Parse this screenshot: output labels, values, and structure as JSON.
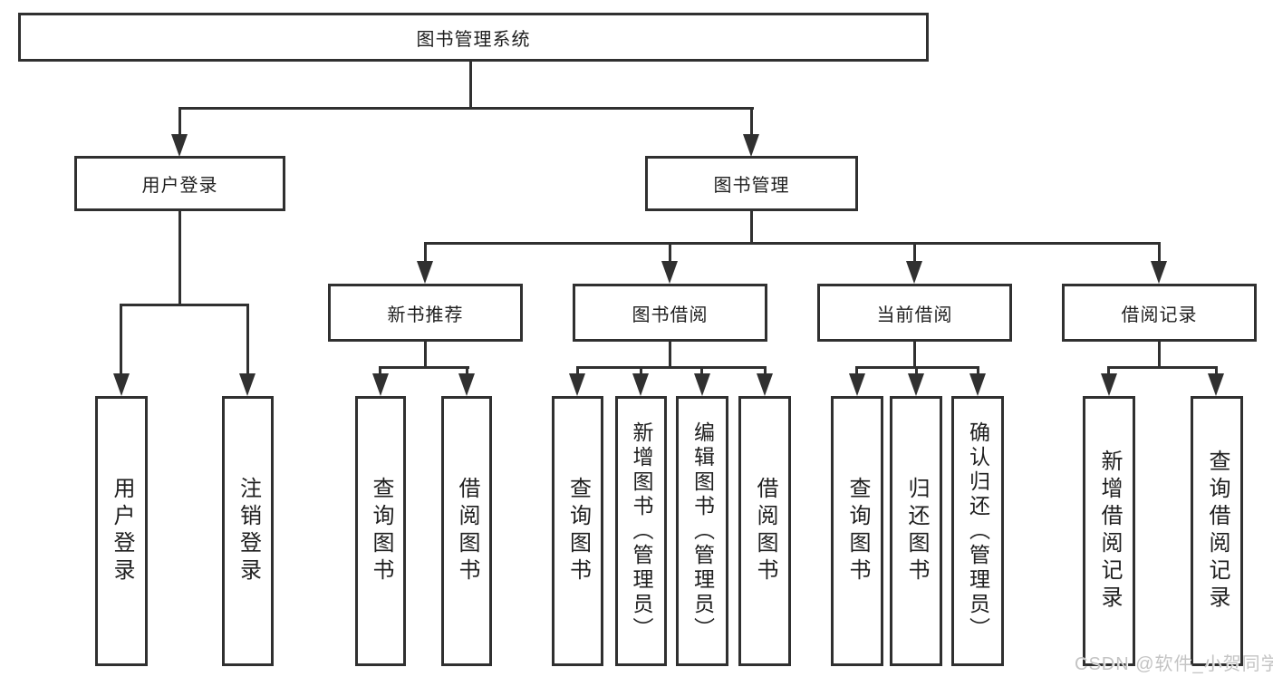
{
  "diagram": {
    "title": "图书管理系统",
    "branches": [
      {
        "label": "用户登录",
        "children": [
          {
            "label": "用户登录"
          },
          {
            "label": "注销登录"
          }
        ]
      },
      {
        "label": "图书管理",
        "children": [
          {
            "label": "新书推荐",
            "children": [
              {
                "label": "查询图书"
              },
              {
                "label": "借阅图书"
              }
            ]
          },
          {
            "label": "图书借阅",
            "children": [
              {
                "label": "查询图书"
              },
              {
                "label": "新增图书（管理员）"
              },
              {
                "label": "编辑图书（管理员）"
              },
              {
                "label": "借阅图书"
              }
            ]
          },
          {
            "label": "当前借阅",
            "children": [
              {
                "label": "查询图书"
              },
              {
                "label": "归还图书"
              },
              {
                "label": "确认归还（管理员）"
              }
            ]
          },
          {
            "label": "借阅记录",
            "children": [
              {
                "label": "新增借阅记录"
              },
              {
                "label": "查询借阅记录"
              }
            ]
          }
        ]
      }
    ]
  },
  "watermark": {
    "text": "CSDN @软件_小贺同学"
  },
  "colors": {
    "line": "#303030",
    "text": "#1f1f1f",
    "background": "#ffffff",
    "watermark": "#c4c4c4"
  }
}
